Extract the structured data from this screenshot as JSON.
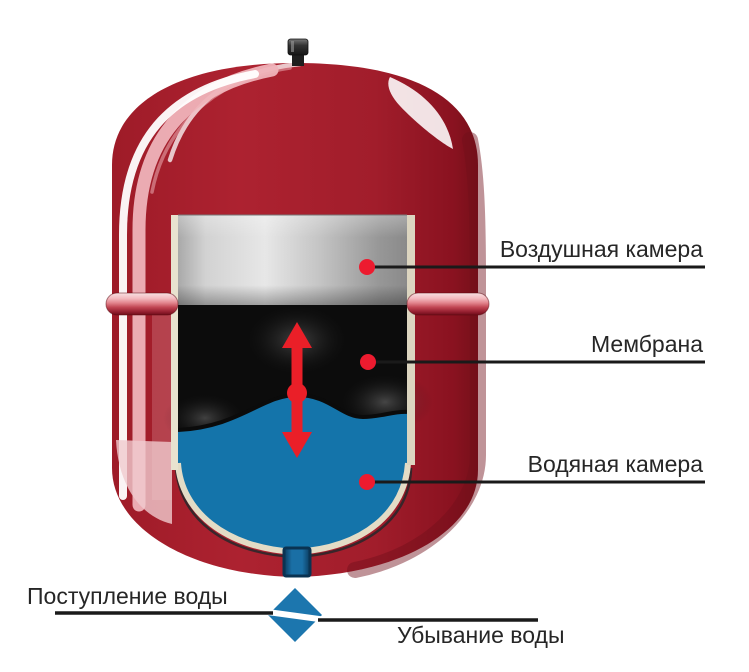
{
  "callouts": [
    {
      "id": "air-chamber",
      "label": "Воздушная камера"
    },
    {
      "id": "membrane",
      "label": "Мембрана"
    },
    {
      "id": "water-chamber",
      "label": "Водяная камера"
    }
  ],
  "flow": {
    "inflow_label": "Поступление воды",
    "outflow_label": "Убывание воды"
  },
  "icons": {
    "air_valve": "air-valve-icon",
    "flow_diamond": "flow-direction-diamond-icon",
    "membrane_motion": "membrane-motion-arrows-icon"
  },
  "colors": {
    "tank_red": "#A81F2D",
    "air_chamber_gray": "#D9D9D9",
    "membrane_black": "#0C0C0C",
    "water_blue": "#1474AA",
    "flow_diamond_blue": "#1C76AE",
    "arrow_red": "#EA1F28",
    "callout_dot_red": "#ED1B2F",
    "callout_line": "#1A1A1A",
    "text": "#262626"
  }
}
